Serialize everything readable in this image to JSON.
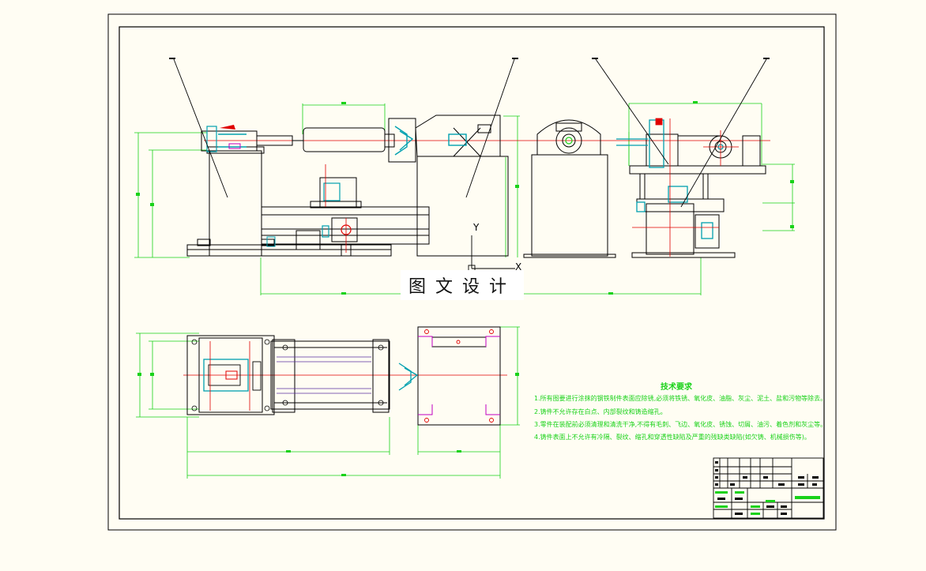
{
  "drawing": {
    "watermark": "图文设计",
    "technical_requirements": {
      "title": "技术要求",
      "items": [
        "1.所有图要进行涂抹的钢铁制件表面应除锈,必须将铁锈、氧化皮、油脂、灰尘、泥土、盐和污物等除去。",
        "2.铸件不允许存在白点、内部裂纹和铸造缩孔。",
        "3.零件在装配前必须清理和清洗干净,不得有毛刺、飞边、氧化皮、锈蚀、切屑、油污、着色剂和灰尘等。",
        "4.铸件表面上不允许有冷隔、裂纹、缩孔和穿透性缺陷及严重的残缺类缺陷(如欠铸、机械损伤等)。"
      ]
    },
    "axis_label_y": "Y",
    "axis_label_x": "X"
  },
  "colors": {
    "outline": "#000000",
    "dimension": "#19d219",
    "centerline": "#e00000",
    "hidden": "#5a2ea0",
    "detail": "#00a0b0",
    "magenta": "#c000c0"
  }
}
